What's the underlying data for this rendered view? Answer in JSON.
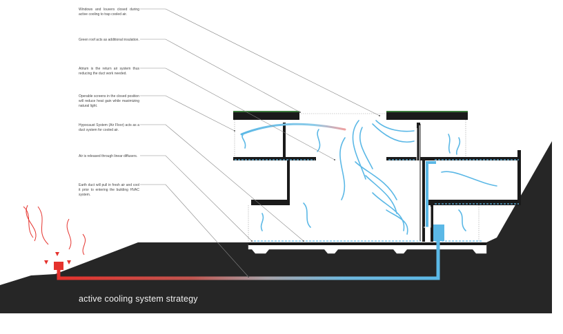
{
  "annotations": [
    {
      "id": "windows-louvers",
      "text": "Windows and louvers closed during active cooling to trap cooled air."
    },
    {
      "id": "green-roof",
      "text": "Green roof acts as additional insulation."
    },
    {
      "id": "atrium",
      "text": "Atrium is the return air system thus reducing the duct work needed."
    },
    {
      "id": "operable-screens",
      "text": "Operable screens in the closed position will reduce heat gain while maximizing natural light."
    },
    {
      "id": "hypocaust",
      "text": "Hypocaust System (Air Floor) acts as a duct system for cooled air."
    },
    {
      "id": "diffusers",
      "text": "Air is released through linear diffusers."
    },
    {
      "id": "earth-duct",
      "text": "Earth duct will pull in fresh air and cool it prior to entering the building HVAC system."
    }
  ],
  "caption": "active cooling system strategy",
  "colors": {
    "ground": "#262626",
    "hot_air": "#e5322d",
    "cool_air": "#5bb8e6",
    "structure": "#1a1a1a",
    "leader": "#888888"
  }
}
